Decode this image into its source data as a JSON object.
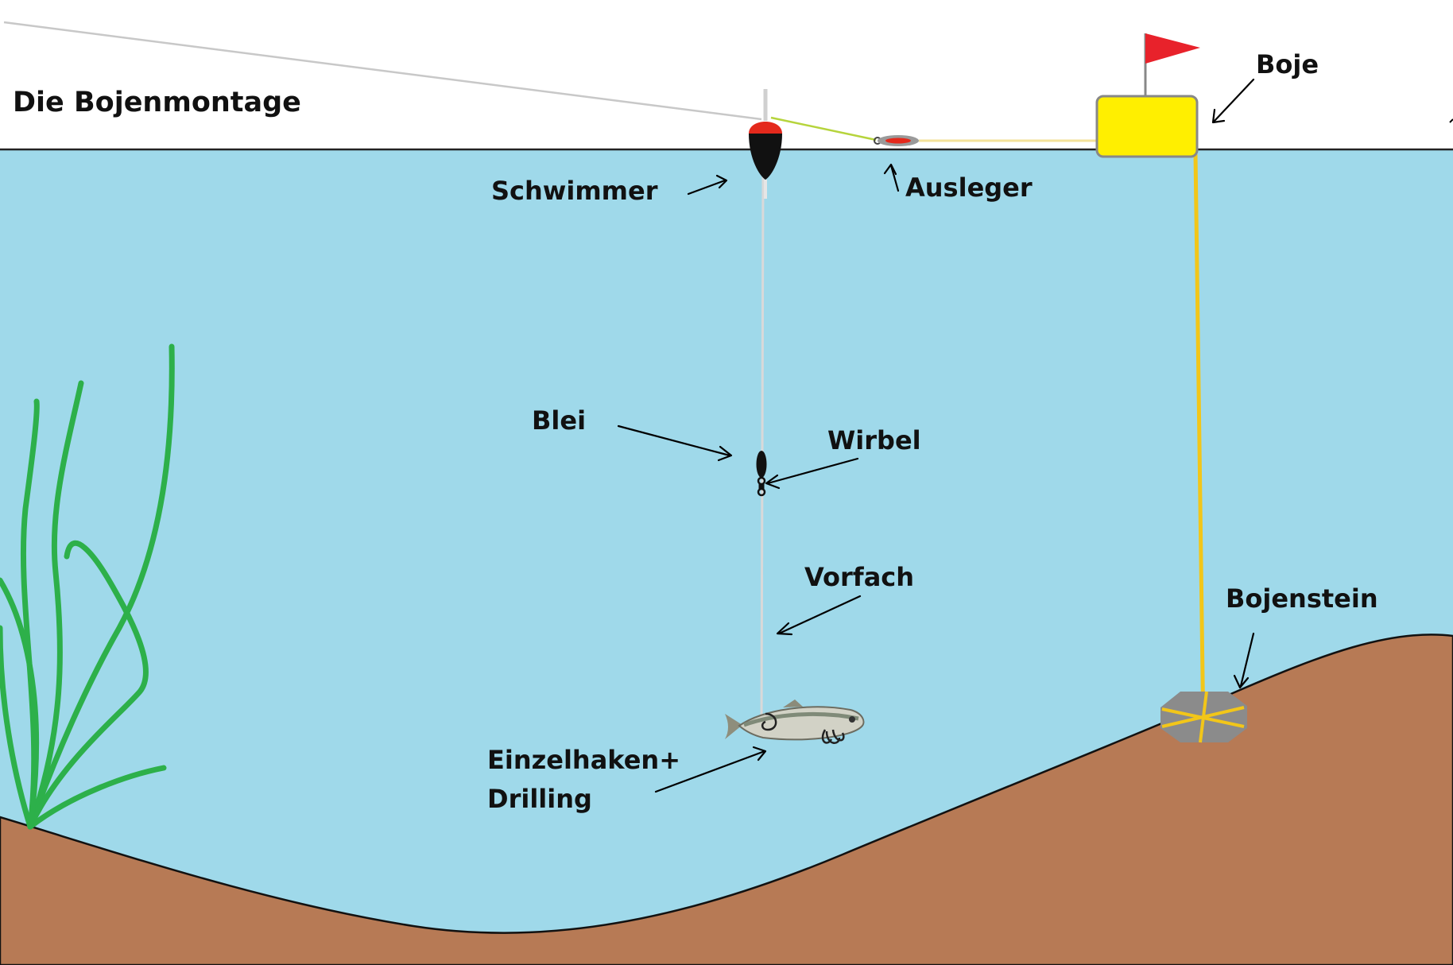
{
  "title": "Die Bojenmontage",
  "labels": {
    "schwimmer": "Schwimmer",
    "ausleger": "Ausleger",
    "boje": "Boje",
    "blei": "Blei",
    "wirbel": "Wirbel",
    "vorfach": "Vorfach",
    "bojenstein": "Bojenstein",
    "haken_line1": "Einzelhaken+",
    "haken_line2": "Drilling"
  },
  "colors": {
    "water": "#9fd9ea",
    "seabed": "#b77a55",
    "buoy": "#ffef00",
    "buoy_rope": "#f2c619",
    "flag": "#e8222b",
    "float_top": "#e4291c",
    "float_body": "#111111",
    "weed": "#2db04a",
    "stone": "#8b8b8b"
  }
}
